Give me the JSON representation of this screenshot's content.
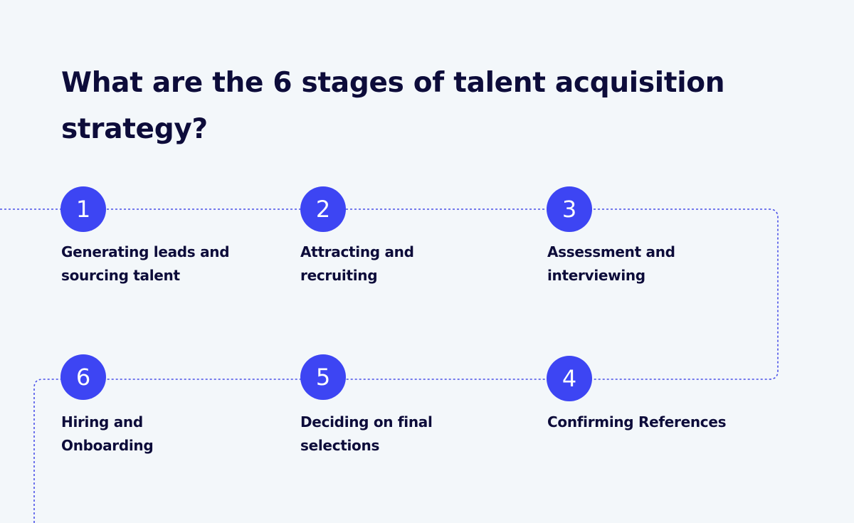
{
  "title": "What are the 6 stages of talent acquisition strategy?",
  "colors": {
    "background": "#f3f7fa",
    "accent": "#3d45f3",
    "text": "#0d0c3a",
    "connector": "#4a50e8"
  },
  "steps": [
    {
      "number": "1",
      "label": "Generating leads and sourcing talent"
    },
    {
      "number": "2",
      "label": "Attracting and recruiting"
    },
    {
      "number": "3",
      "label": "Assessment and interviewing"
    },
    {
      "number": "4",
      "label": "Confirming References"
    },
    {
      "number": "5",
      "label": "Deciding on final selections"
    },
    {
      "number": "6",
      "label": "Hiring and Onboarding"
    }
  ]
}
